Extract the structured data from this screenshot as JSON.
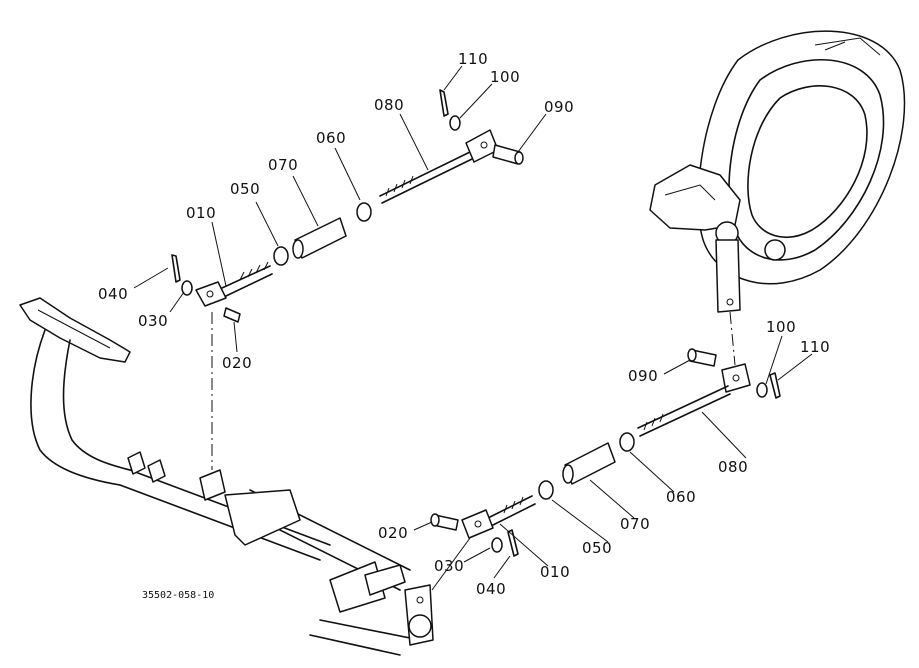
{
  "drawing_code": "35502-058-10",
  "left_assembly": {
    "labels": {
      "p010": "010",
      "p020": "020",
      "p030": "030",
      "p040": "040",
      "p050": "050",
      "p060": "060",
      "p070": "070",
      "p080": "080",
      "p090": "090",
      "p100": "100",
      "p110": "110"
    }
  },
  "right_assembly": {
    "labels": {
      "p010": "010",
      "p020": "020",
      "p030": "030",
      "p040": "040",
      "p050": "050",
      "p060": "060",
      "p070": "070",
      "p080": "080",
      "p090": "090",
      "p100": "100",
      "p110": "110"
    }
  },
  "colors": {
    "ink": "#111111",
    "paper": "#ffffff"
  }
}
